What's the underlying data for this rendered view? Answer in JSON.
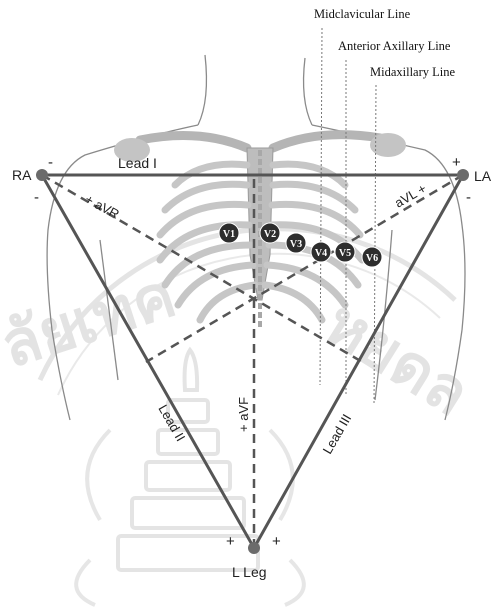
{
  "reference_lines": {
    "midclavicular": "Midclavicular Line",
    "anterior_axillary": "Anterior Axillary Line",
    "midaxillary": "Midaxillary Line"
  },
  "electrodes": {
    "right_arm": "RA",
    "left_arm": "LA",
    "left_leg": "L Leg"
  },
  "leads": {
    "lead_1": "Lead I",
    "lead_2": "Lead II",
    "lead_3": "Lead III",
    "avr": "+ aVR",
    "avl": "aVL +",
    "avf": "+ aVF"
  },
  "precordial": [
    "V1",
    "V2",
    "V3",
    "V4",
    "V5",
    "V6"
  ],
  "polarity": {
    "ra_minus_top": "-",
    "ra_minus_side": "-",
    "la_plus_top": "+",
    "la_minus_side": "-",
    "leg_plus_left": "+",
    "leg_plus_right": "+"
  },
  "watermark_text": "ลัยเทคโนโลยีราชมงคลล้านนา",
  "colors": {
    "lead_lines": "#555555",
    "electrode": "#6b6b6b",
    "ribcage": "#c9c9c9",
    "skeleton_dark": "#9a9a9a",
    "v_marker": "#2d2d2d",
    "watermark": "#d4d4d4"
  }
}
